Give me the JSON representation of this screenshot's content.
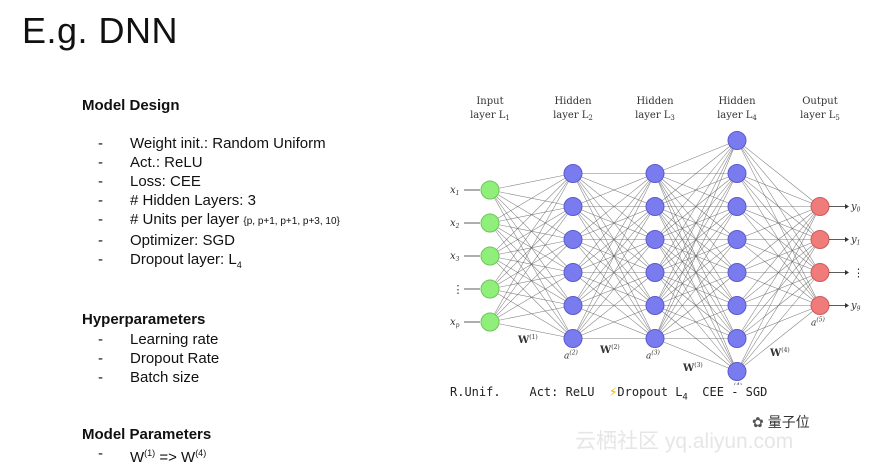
{
  "title": "E.g. DNN",
  "model_design": {
    "heading": "Model Design",
    "items": [
      {
        "text": "Weight init.: Random Uniform"
      },
      {
        "text": "Act.: ReLU"
      },
      {
        "text": "Loss: CEE"
      },
      {
        "text": "# Hidden Layers: 3"
      },
      {
        "text": "# Units per layer ",
        "small": "{p, p+1, p+1, p+3, 10}"
      },
      {
        "text": "Optimizer: SGD"
      },
      {
        "text": "Dropout layer: L",
        "sub": "4"
      }
    ]
  },
  "hyperparameters": {
    "heading": "Hyperparameters",
    "items": [
      "Learning rate",
      "Dropout Rate",
      "Batch size"
    ]
  },
  "model_parameters": {
    "heading": "Model Parameters",
    "item_main": "W",
    "item_sup1": "(1)",
    "item_mid": " => W",
    "item_sup2": "(4)"
  },
  "diagram": {
    "layers": [
      {
        "label_top": "Input",
        "label_bottom": "layer L",
        "label_sub": "1",
        "units": 5,
        "color": "#90ee7a",
        "stroke": "#6cc75a"
      },
      {
        "label_top": "Hidden",
        "label_bottom": "layer L",
        "label_sub": "2",
        "units": 6,
        "color": "#7b7bf0",
        "stroke": "#5a5ad0"
      },
      {
        "label_top": "Hidden",
        "label_bottom": "layer L",
        "label_sub": "3",
        "units": 6,
        "color": "#7b7bf0",
        "stroke": "#5a5ad0"
      },
      {
        "label_top": "Hidden",
        "label_bottom": "layer L",
        "label_sub": "4",
        "units": 8,
        "color": "#7b7bf0",
        "stroke": "#5a5ad0"
      },
      {
        "label_top": "Output",
        "label_bottom": "layer L",
        "label_sub": "5",
        "units": 4,
        "color": "#f07b7b",
        "stroke": "#d05a5a"
      }
    ],
    "input_labels": [
      "x1",
      "x2",
      "x3",
      "⋮",
      "xp"
    ],
    "output_labels": [
      "y0",
      "y1",
      "⋮",
      "y9"
    ],
    "activation_labels": [
      "a(2)",
      "a(3)",
      "a(4)",
      "a(5)"
    ],
    "weight_labels": [
      "W(1)",
      "W(2)",
      "W(3)",
      "W(4)"
    ]
  },
  "caption": {
    "left": "R.Unif.    Act: ReLU  ",
    "bolt": "⚡",
    "mid": "Dropout L",
    "mid_sub": "4",
    "right": "CEE - SGD"
  },
  "watermark": "云栖社区 yq.aliyun.com",
  "logo": {
    "icon": "✿",
    "text": "量子位"
  }
}
